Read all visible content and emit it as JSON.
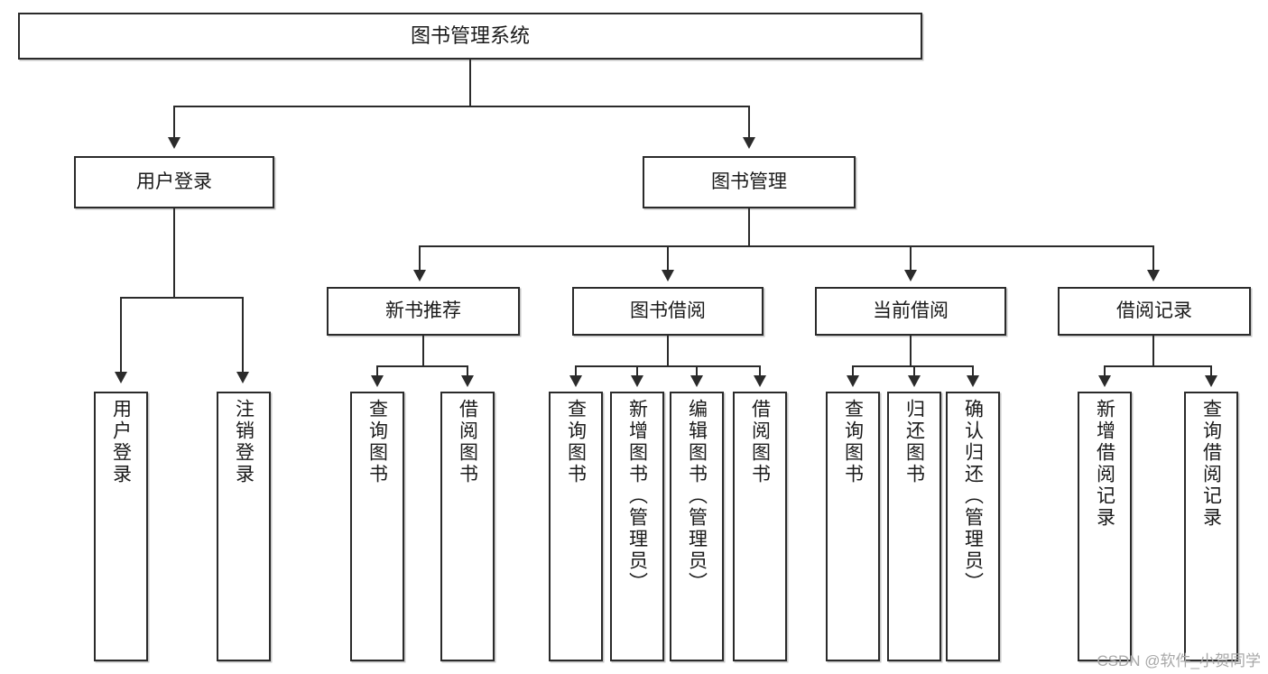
{
  "diagram": {
    "title": "图书管理系统",
    "type": "tree-hierarchy-diagram",
    "watermark": "CSDN @软件_小贺同学",
    "colors": {
      "background": "#ffffff",
      "box_border": "#2b2b2b",
      "box_fill": "#ffffff",
      "connector": "#2b2b2b",
      "text": "#1a1a1a",
      "watermark": "#a8a8a8"
    },
    "root": {
      "label": "图书管理系统"
    },
    "level1": [
      {
        "id": "user-login",
        "label": "用户登录"
      },
      {
        "id": "book-manage",
        "label": "图书管理"
      }
    ],
    "level2": [
      {
        "id": "new-book-recommend",
        "label": "新书推荐",
        "parent": "book-manage"
      },
      {
        "id": "book-borrow",
        "label": "图书借阅",
        "parent": "book-manage"
      },
      {
        "id": "current-borrow",
        "label": "当前借阅",
        "parent": "book-manage"
      },
      {
        "id": "borrow-record",
        "label": "借阅记录",
        "parent": "book-manage"
      }
    ],
    "leaves": {
      "user_login": [
        {
          "id": "leaf-user-login",
          "label": "用户登录"
        },
        {
          "id": "leaf-logout-login",
          "label": "注销登录"
        }
      ],
      "new_book_recommend": [
        {
          "id": "leaf-query-book-1",
          "label": "查询图书"
        },
        {
          "id": "leaf-borrow-book-1",
          "label": "借阅图书"
        }
      ],
      "book_borrow": [
        {
          "id": "leaf-query-book-2",
          "label": "查询图书"
        },
        {
          "id": "leaf-add-book",
          "label": "新增图书（管理员）"
        },
        {
          "id": "leaf-edit-book",
          "label": "编辑图书（管理员）"
        },
        {
          "id": "leaf-borrow-book-2",
          "label": "借阅图书"
        }
      ],
      "current_borrow": [
        {
          "id": "leaf-query-book-3",
          "label": "查询图书"
        },
        {
          "id": "leaf-return-book",
          "label": "归还图书"
        },
        {
          "id": "leaf-confirm-return",
          "label": "确认归还（管理员）"
        }
      ],
      "borrow_record": [
        {
          "id": "leaf-add-record",
          "label": "新增借阅记录"
        },
        {
          "id": "leaf-query-record",
          "label": "查询借阅记录"
        }
      ]
    }
  }
}
